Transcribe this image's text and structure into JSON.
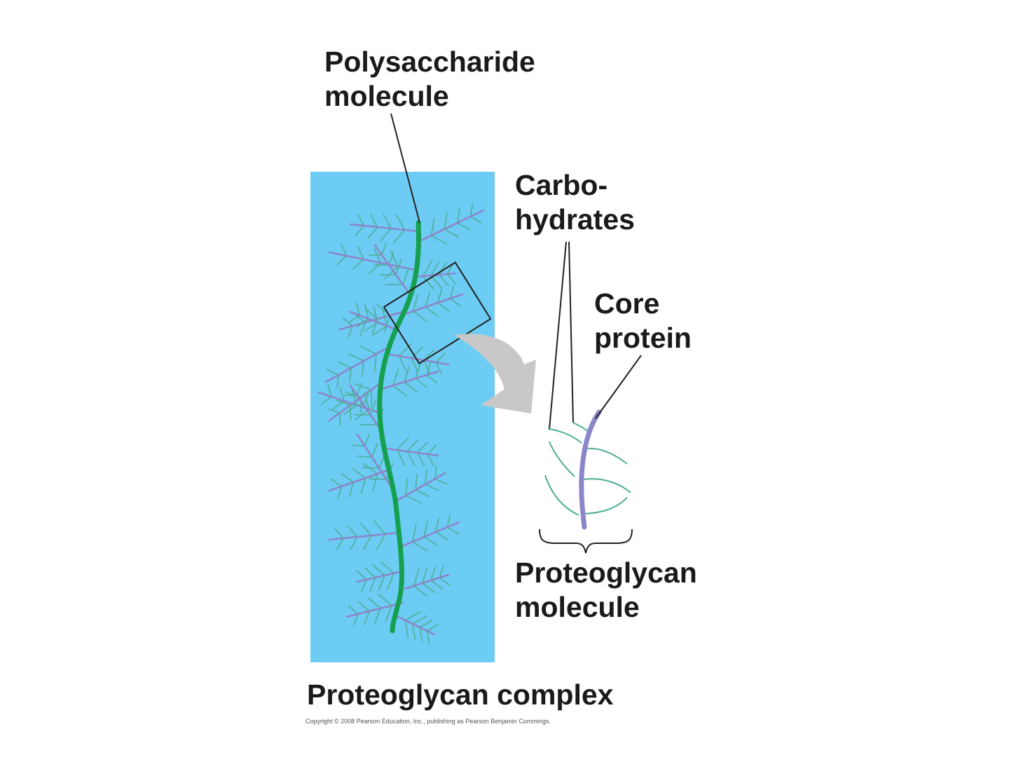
{
  "labels": {
    "polysaccharide_line1": "Polysaccharide",
    "polysaccharide_line2": "molecule",
    "carbohydrates_line1": "Carbo-",
    "carbohydrates_line2": "hydrates",
    "core_protein_line1": "Core",
    "core_protein_line2": "protein",
    "proteoglycan_molecule_line1": "Proteoglycan",
    "proteoglycan_molecule_line2": "molecule",
    "proteoglycan_complex": "Proteoglycan complex"
  },
  "copyright": "Copyright © 2008 Pearson Education, Inc., publishing as Pearson Benjamin Cummings.",
  "colors": {
    "background_panel": "#6dccf4",
    "polysaccharide": "#15a04f",
    "core_protein": "#8b86c9",
    "carbohydrate": "#4fae96",
    "arrow": "#c8c8c8",
    "text": "#1a1a1a"
  }
}
